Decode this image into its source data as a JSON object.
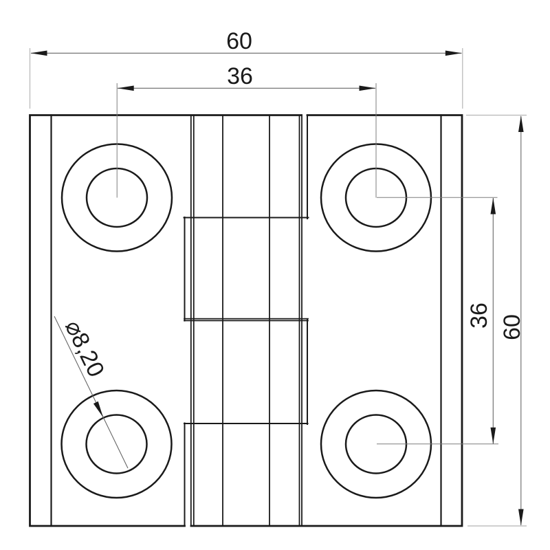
{
  "drawing": {
    "dimensions": {
      "width_total": "60",
      "width_hole_spacing": "36",
      "height_hole_spacing": "36",
      "height_total": "60",
      "hole_diameter": "⌀8,20"
    },
    "colors": {
      "outline": "#1a1a1a",
      "dimension_line": "#666666",
      "extension_line": "#b5b5b5",
      "centerline": "#7d7d7d",
      "background": "#ffffff"
    }
  }
}
